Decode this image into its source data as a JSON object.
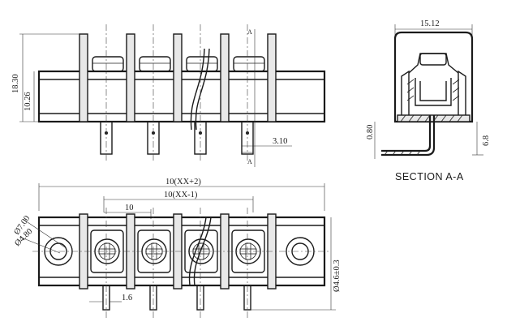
{
  "front_view": {
    "dim_height_total": "18.30",
    "dim_height_body": "10.26",
    "dim_pin_pitch": "3.10",
    "section_mark": "A"
  },
  "section_view": {
    "dim_width": "15.12",
    "dim_pin_thickness": "0.80",
    "dim_pin_length": "6.8",
    "caption": "SECTION A-A"
  },
  "top_view": {
    "dim_overall": "10(XX+2)",
    "dim_inner": "10(XX-1)",
    "dim_pitch": "10",
    "dim_hole_outer": "Ø7.00",
    "dim_hole_inner": "Ø4.80",
    "dim_pin_width": "1.6",
    "dim_pin_diameter": "Ø4.6±0.3"
  }
}
